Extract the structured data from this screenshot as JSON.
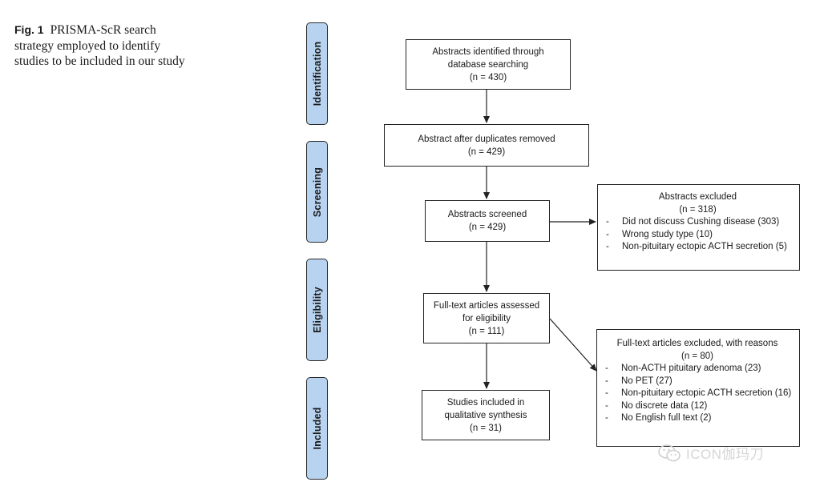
{
  "caption": {
    "fig_label": "Fig. 1",
    "text": "PRISMA-ScR search strategy employed to identify studies to be included in our study"
  },
  "phases": {
    "identification": "Identification",
    "screening": "Screening",
    "eligibility": "Eligibility",
    "included": "Included"
  },
  "boxes": {
    "identified": {
      "line1": "Abstracts identified through",
      "line2": "database searching",
      "count": "(n = 430)"
    },
    "duplicates": {
      "line1": "Abstract after duplicates removed",
      "count": "(n = 429)"
    },
    "screened": {
      "line1": "Abstracts screened",
      "count": "(n = 429)"
    },
    "fulltext": {
      "line1": "Full-text articles assessed",
      "line2": "for eligibility",
      "count": "(n = 111)"
    },
    "included": {
      "line1": "Studies included in",
      "line2": "qualitative synthesis",
      "count": "(n = 31)"
    }
  },
  "excluded_abstracts": {
    "title": "Abstracts excluded",
    "count": "(n = 318)",
    "items": [
      "Did not discuss Cushing disease (303)",
      "Wrong study type (10)",
      "Non-pituitary ectopic ACTH secretion (5)"
    ]
  },
  "excluded_fulltext": {
    "title": "Full-text articles excluded, with reasons",
    "count": "(n = 80)",
    "items": [
      "Non-ACTH pituitary adenoma (23)",
      "No PET (27)",
      "Non-pituitary ectopic ACTH secretion (16)",
      "No discrete data (12)",
      "No English full text (2)"
    ]
  },
  "bullet": "-",
  "watermark": {
    "text": "ICON伽玛刀",
    "icon": "wechat-icon"
  }
}
